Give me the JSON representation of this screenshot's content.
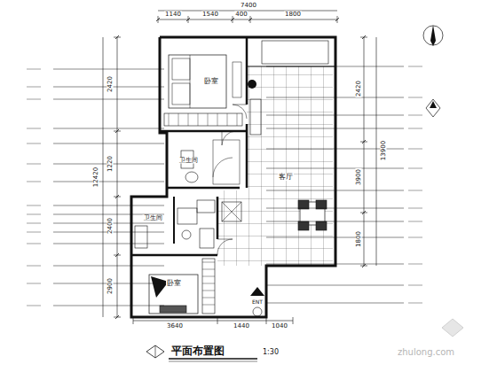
{
  "diagram": {
    "title": "平面布置图",
    "labels": [
      "1140",
      "1540",
      "400",
      "1800",
      "7400",
      "2420",
      "1220",
      "2400",
      "2900",
      "12420",
      "2420",
      "3900",
      "1800",
      "13900",
      "3640",
      "1440",
      "1040",
      "卧室",
      "卫生间",
      "卫生间",
      "客厅",
      "卧室",
      "ENT",
      "1:30",
      "zhulong.com"
    ]
  }
}
